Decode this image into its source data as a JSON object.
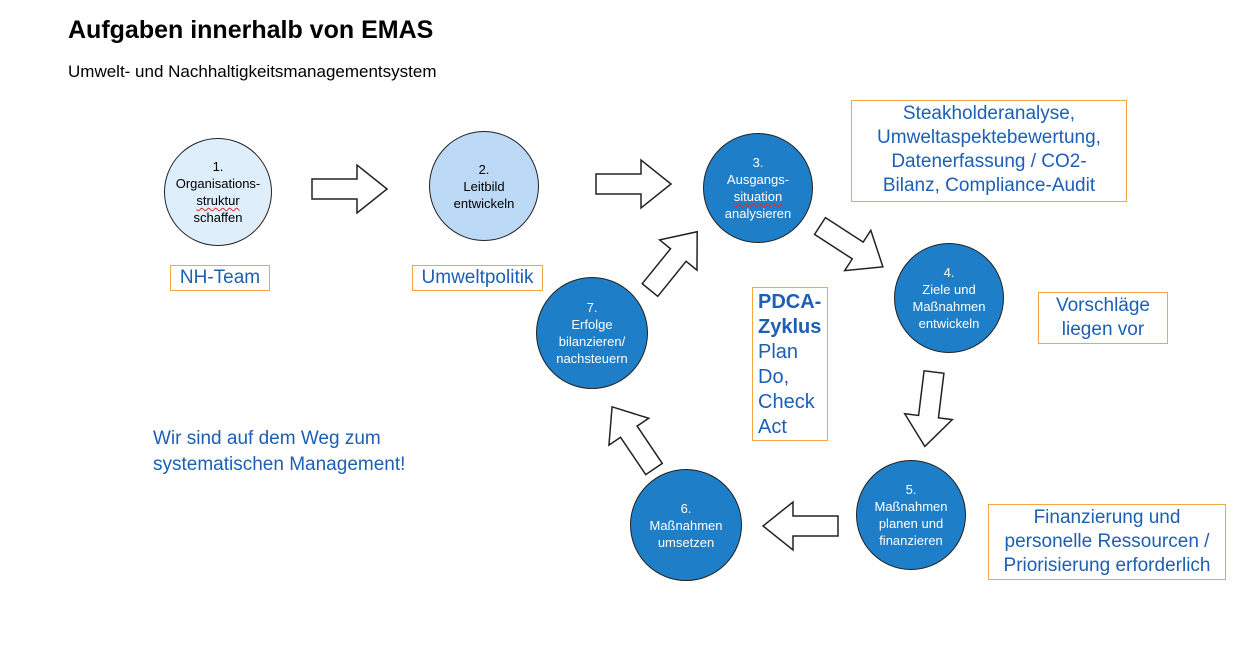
{
  "header": {
    "title": "Aufgaben innerhalb von EMAS",
    "subtitle": "Umwelt- und Nachhaltigkeitsmanagementsystem"
  },
  "steps": [
    {
      "number": "1.",
      "lines": [
        "Organisations-",
        "struktur",
        "schaffen"
      ]
    },
    {
      "number": "2.",
      "lines": [
        "Leitbild",
        "entwickeln"
      ]
    },
    {
      "number": "3.",
      "lines": [
        "Ausgangs-",
        "situation",
        "analysieren"
      ]
    },
    {
      "number": "4.",
      "lines": [
        "Ziele und",
        "Maßnahmen",
        "entwickeln"
      ]
    },
    {
      "number": "5.",
      "lines": [
        "Maßnahmen",
        "planen und",
        "finanzieren"
      ]
    },
    {
      "number": "6.",
      "lines": [
        "Maßnahmen",
        "umsetzen"
      ]
    },
    {
      "number": "7.",
      "lines": [
        "Erfolge",
        "bilanzieren/",
        "nachsteuern"
      ]
    }
  ],
  "notes": {
    "nh_team": "NH-Team",
    "umweltpolitik": "Umweltpolitik",
    "analysis": [
      "Steakholderanalyse,",
      "Umweltaspektebewertung,",
      "Datenerfassung / CO2-",
      "Bilanz, Compliance-Audit"
    ],
    "proposals": [
      "Vorschläge",
      "liegen vor"
    ],
    "finance": [
      "Finanzierung und",
      "personelle Ressourcen /",
      "Priorisierung erforderlich"
    ]
  },
  "pdca": {
    "title_lines": [
      "PDCA-",
      "Zyklus"
    ],
    "phases": [
      "Plan",
      "Do,",
      "Check",
      "Act"
    ]
  },
  "motto": [
    "Wir sind auf dem Weg zum",
    "systematischen Management!"
  ],
  "colors": {
    "step_dark": "#1e7ec8",
    "step_light_1": "#deeefb",
    "step_light_2": "#bcd9f6",
    "note_border": "#f4a640",
    "note_text": "#1c5fb4"
  }
}
